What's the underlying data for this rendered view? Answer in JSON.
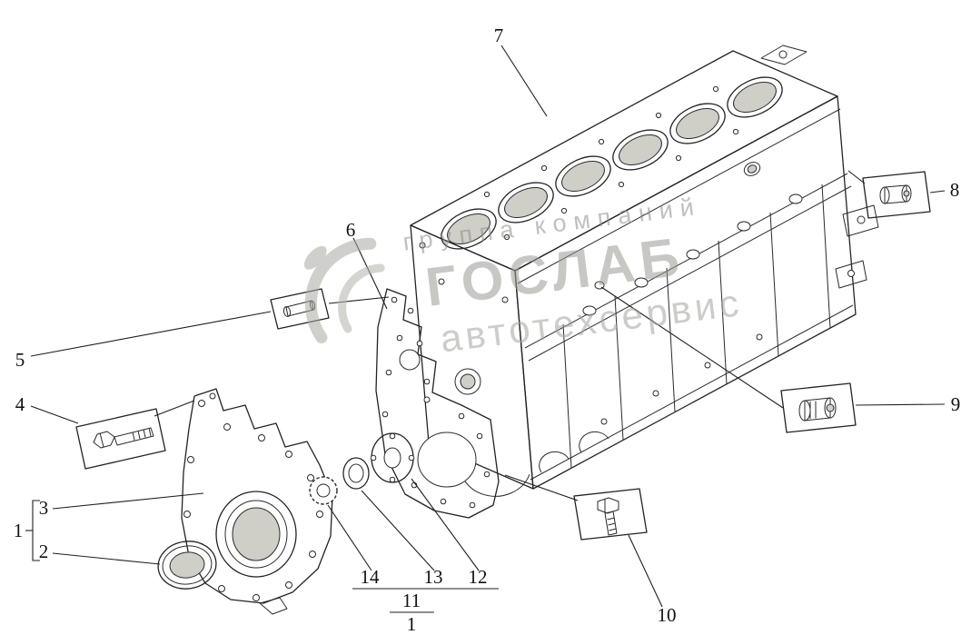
{
  "figure": {
    "type": "exploded-parts-diagram",
    "subject": "engine cylinder block with front cover, gasket, seal and plugs",
    "background": "#ffffff",
    "line_color": "#222222"
  },
  "watermark": {
    "line1": "группа компаний",
    "line2": "ГОСЛАБ",
    "line3": "автотехсервис",
    "color": "#9a9a94"
  },
  "callouts": {
    "n1": {
      "label": "1"
    },
    "n2": {
      "label": "2"
    },
    "n3": {
      "label": "3"
    },
    "n4": {
      "label": "4"
    },
    "n5": {
      "label": "5"
    },
    "n6": {
      "label": "6"
    },
    "n7": {
      "label": "7"
    },
    "n8": {
      "label": "8"
    },
    "n9": {
      "label": "9"
    },
    "n10": {
      "label": "10"
    },
    "n12": {
      "label": "12"
    },
    "n13": {
      "label": "13"
    },
    "n14": {
      "label": "14"
    }
  },
  "fraction": {
    "numerator": "11",
    "denominator": "1"
  },
  "parts": {
    "box4": "hex-bolt",
    "box5": "dowel-pin",
    "box8": "cup-plug",
    "box9": "threaded-plug",
    "box10": "hex-bolt"
  }
}
